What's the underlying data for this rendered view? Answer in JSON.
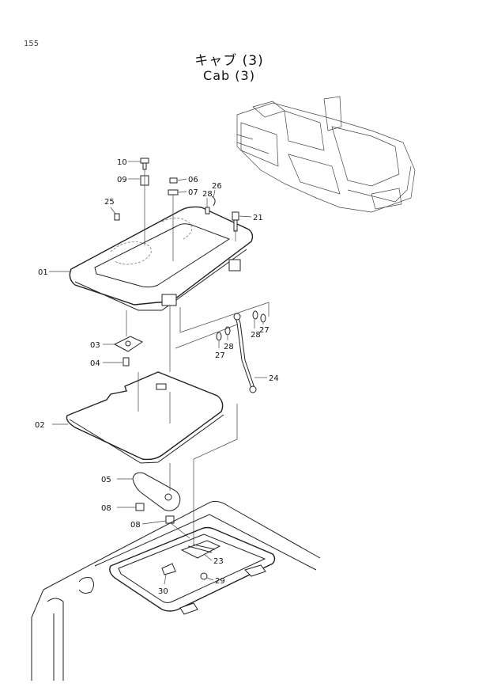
{
  "page": {
    "number": "155"
  },
  "title": {
    "japanese": "キャブ (3)",
    "english": "Cab (3)"
  },
  "callouts": [
    {
      "id": "10",
      "label": "10"
    },
    {
      "id": "09",
      "label": "09"
    },
    {
      "id": "06",
      "label": "06"
    },
    {
      "id": "07",
      "label": "07"
    },
    {
      "id": "28a",
      "label": "28"
    },
    {
      "id": "26",
      "label": "26"
    },
    {
      "id": "25",
      "label": "25"
    },
    {
      "id": "21",
      "label": "21"
    },
    {
      "id": "01",
      "label": "01"
    },
    {
      "id": "03",
      "label": "03"
    },
    {
      "id": "04",
      "label": "04"
    },
    {
      "id": "28b",
      "label": "28"
    },
    {
      "id": "27a",
      "label": "27"
    },
    {
      "id": "27b",
      "label": "27"
    },
    {
      "id": "28c",
      "label": "28"
    },
    {
      "id": "24",
      "label": "24"
    },
    {
      "id": "02",
      "label": "02"
    },
    {
      "id": "05",
      "label": "05"
    },
    {
      "id": "08a",
      "label": "08"
    },
    {
      "id": "08b",
      "label": "08"
    },
    {
      "id": "23",
      "label": "23"
    },
    {
      "id": "30",
      "label": "30"
    },
    {
      "id": "29",
      "label": "29"
    }
  ]
}
